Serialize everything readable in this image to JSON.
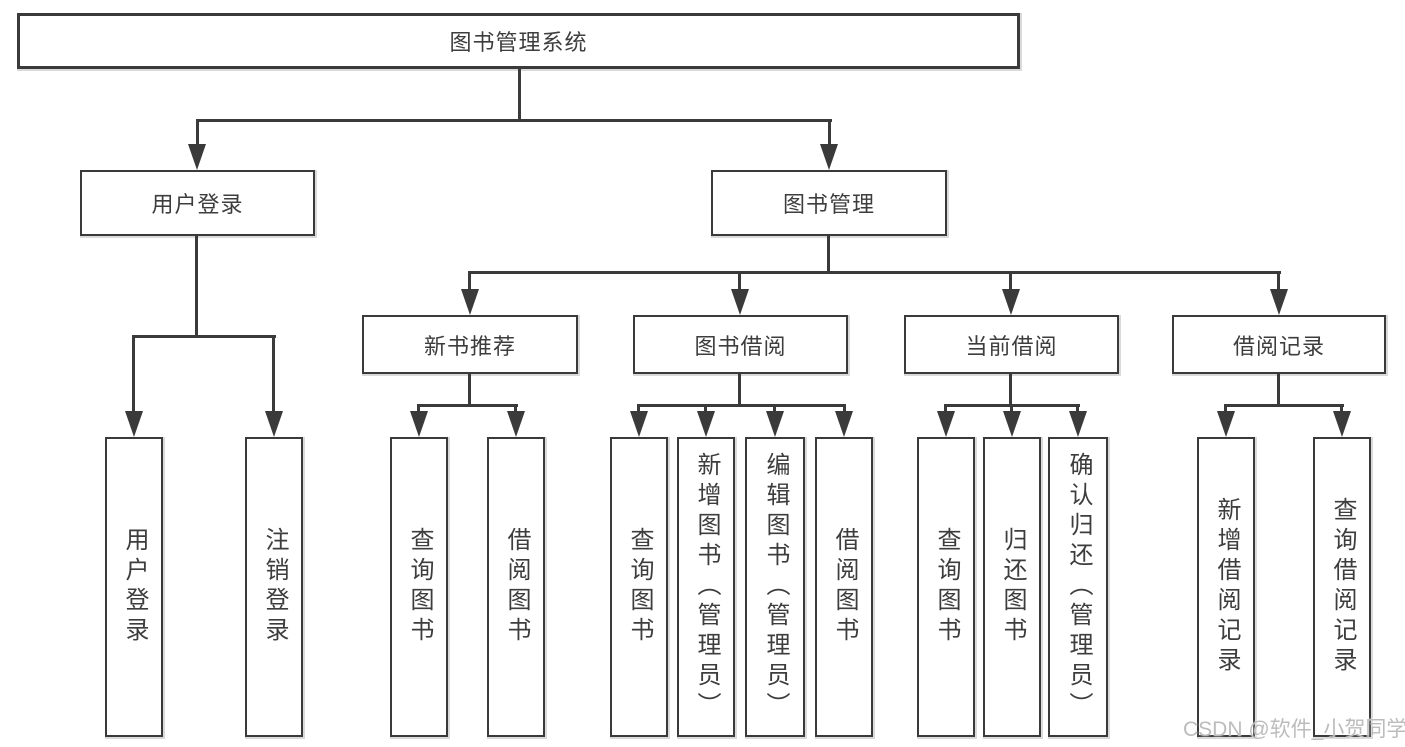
{
  "diagram": {
    "root": {
      "label": "图书管理系统"
    },
    "level1": [
      {
        "label": "用户登录"
      },
      {
        "label": "图书管理"
      }
    ],
    "level2": [
      {
        "label": "新书推荐"
      },
      {
        "label": "图书借阅"
      },
      {
        "label": "当前借阅"
      },
      {
        "label": "借阅记录"
      }
    ],
    "leaves": [
      {
        "label": "用户登录"
      },
      {
        "label": "注销登录"
      },
      {
        "label": "查询图书"
      },
      {
        "label": "借阅图书"
      },
      {
        "label": "查询图书"
      },
      {
        "label": "新增图书（管理员）"
      },
      {
        "label": "编辑图书（管理员）"
      },
      {
        "label": "借阅图书"
      },
      {
        "label": "查询图书"
      },
      {
        "label": "归还图书"
      },
      {
        "label": "确认归还（管理员）"
      },
      {
        "label": "新增借阅记录"
      },
      {
        "label": "查询借阅记录"
      }
    ]
  },
  "watermark": {
    "text": "CSDN @软件_小贺同学"
  },
  "colors": {
    "line": "#3a3a3a",
    "text": "#3d3d3d",
    "watermark": "#bcbcbc",
    "background": "#ffffff"
  }
}
